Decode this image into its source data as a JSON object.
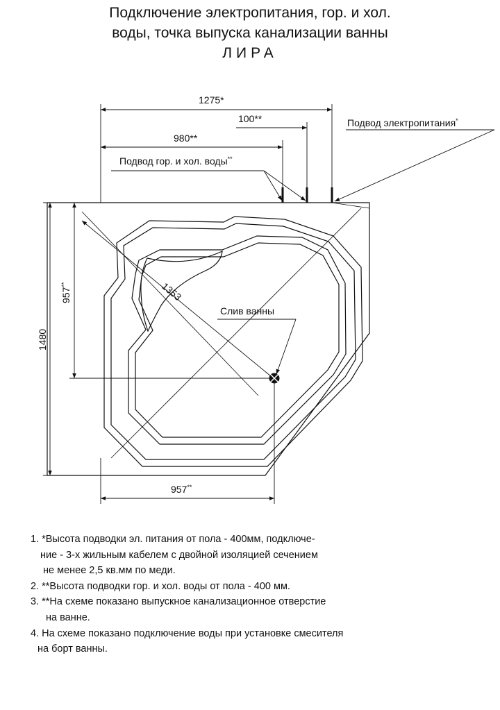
{
  "title": {
    "line1": "Подключение электропитания, гор. и хол.",
    "line2": "воды, точка выпуска канализации ванны",
    "line3": "ЛИРА"
  },
  "dimensions": {
    "top_width": "1275*",
    "electric_offset": "100**",
    "water_offset": "980**",
    "left_height": "1480",
    "drain_depth": "957",
    "diagonal": "1353",
    "bottom_width": "957",
    "drain_mark": "**"
  },
  "labels": {
    "electric_supply": "Подвод электропитания",
    "electric_mark": "*",
    "water_supply": "Подвод гор. и хол. воды",
    "water_mark": "**",
    "drain": "Слив ванны"
  },
  "notes": [
    {
      "text": "1. *Высота подводки эл. питания от пола - 400мм, подключе-",
      "level": 1
    },
    {
      "text": "ние - 3-х жильным кабелем с двойной изоляцией сечением",
      "level": 2
    },
    {
      "text": "не менее 2,5 кв.мм по меди.",
      "level": 3
    },
    {
      "text": "2. **Высота подводки гор. и хол. воды от пола - 400 мм.",
      "level": 1
    },
    {
      "text": "3. **На схеме показано выпускное канализационное отверстие",
      "level": 1
    },
    {
      "text": "на ванне.",
      "level": 5
    },
    {
      "text": "4. На схеме показано подключение воды при установке смесителя",
      "level": 1
    },
    {
      "text": "на борт ванны.",
      "level": 4
    }
  ]
}
